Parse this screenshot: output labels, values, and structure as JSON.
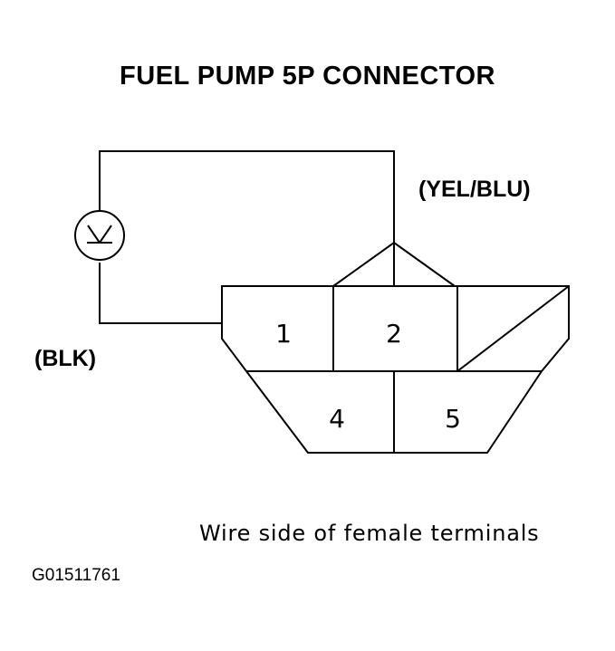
{
  "title": "FUEL PUMP 5P CONNECTOR",
  "wire_labels": {
    "top_right": "(YEL/BLU)",
    "left": "(BLK)"
  },
  "terminals": {
    "t1": "1",
    "t2": "2",
    "t4": "4",
    "t5": "5"
  },
  "caption": "Wire side of female terminals",
  "figure_code": "G01511761",
  "meter_icon": "voltmeter-icon"
}
